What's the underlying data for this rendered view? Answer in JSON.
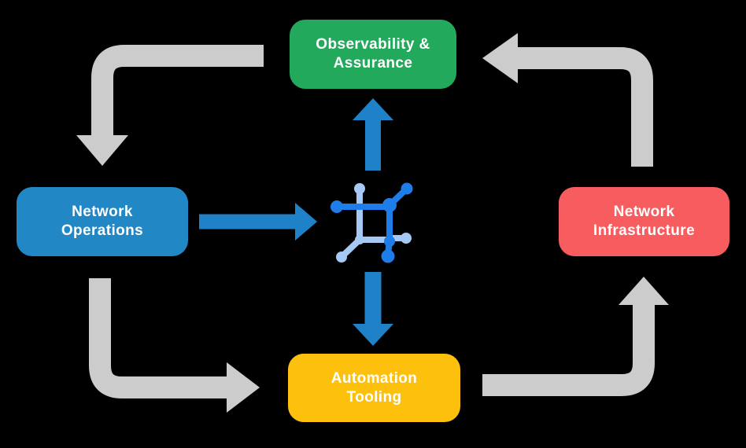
{
  "colors": {
    "background": "#000000",
    "node_green": "#23A95B",
    "node_blue": "#2187C5",
    "node_red": "#F75C5F",
    "node_yellow": "#FDC00D",
    "arrow_gray": "#CCCCCC",
    "arrow_blue": "#1F82C8",
    "icon_bright_blue": "#1E7DE8",
    "icon_light_blue": "#A5C9F4",
    "node_text": "#FFFFFF"
  },
  "nodes": {
    "observability": {
      "line1": "Observability &",
      "line2": "Assurance"
    },
    "operations": {
      "line1": "Network",
      "line2": "Operations"
    },
    "infrastructure": {
      "line1": "Network",
      "line2": "Infrastructure"
    },
    "automation": {
      "line1": "Automation",
      "line2": "Tooling"
    }
  },
  "icons": {
    "center": "network-chip-icon"
  }
}
